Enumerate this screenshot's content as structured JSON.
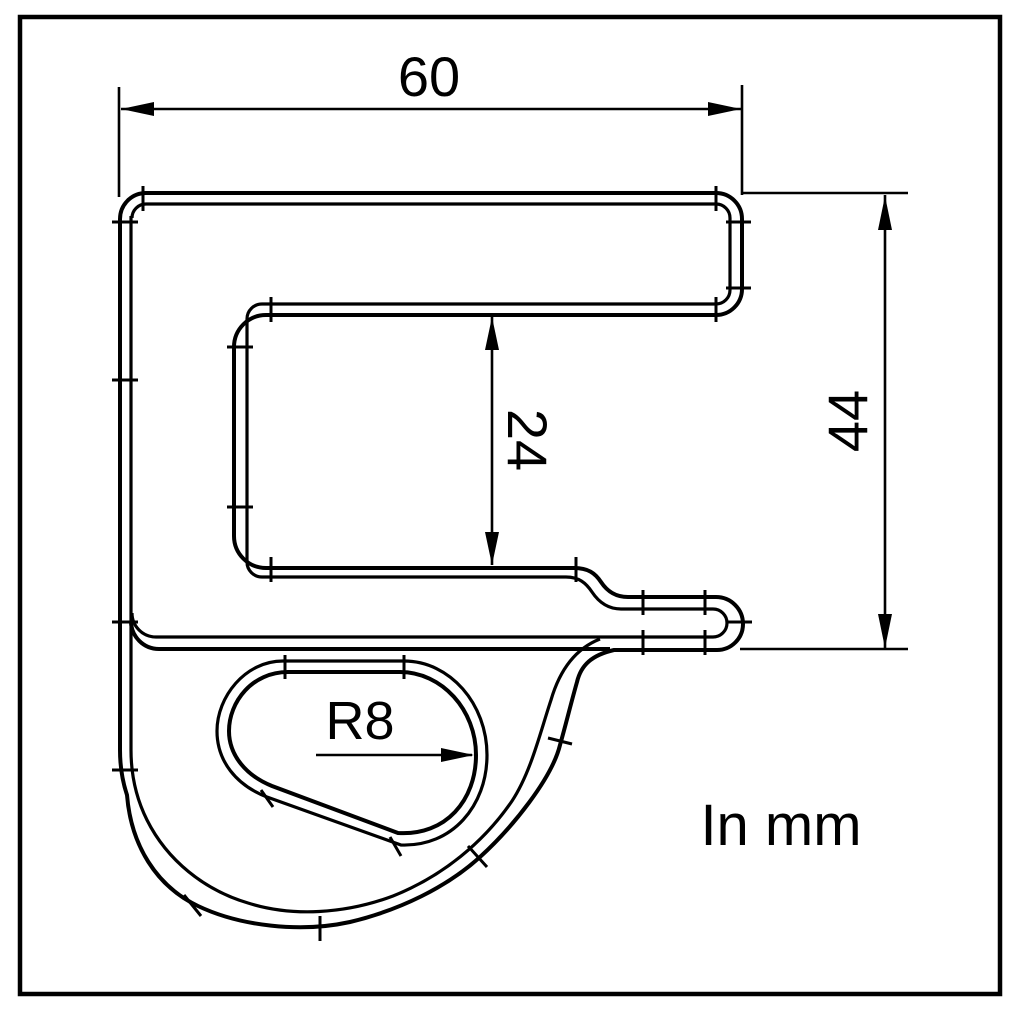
{
  "drawing": {
    "dim_width": "60",
    "dim_height": "44",
    "dim_slot": "24",
    "dim_radius": "R8",
    "units_note": "In mm"
  },
  "colors": {
    "line": "#000000",
    "background": "#ffffff"
  }
}
